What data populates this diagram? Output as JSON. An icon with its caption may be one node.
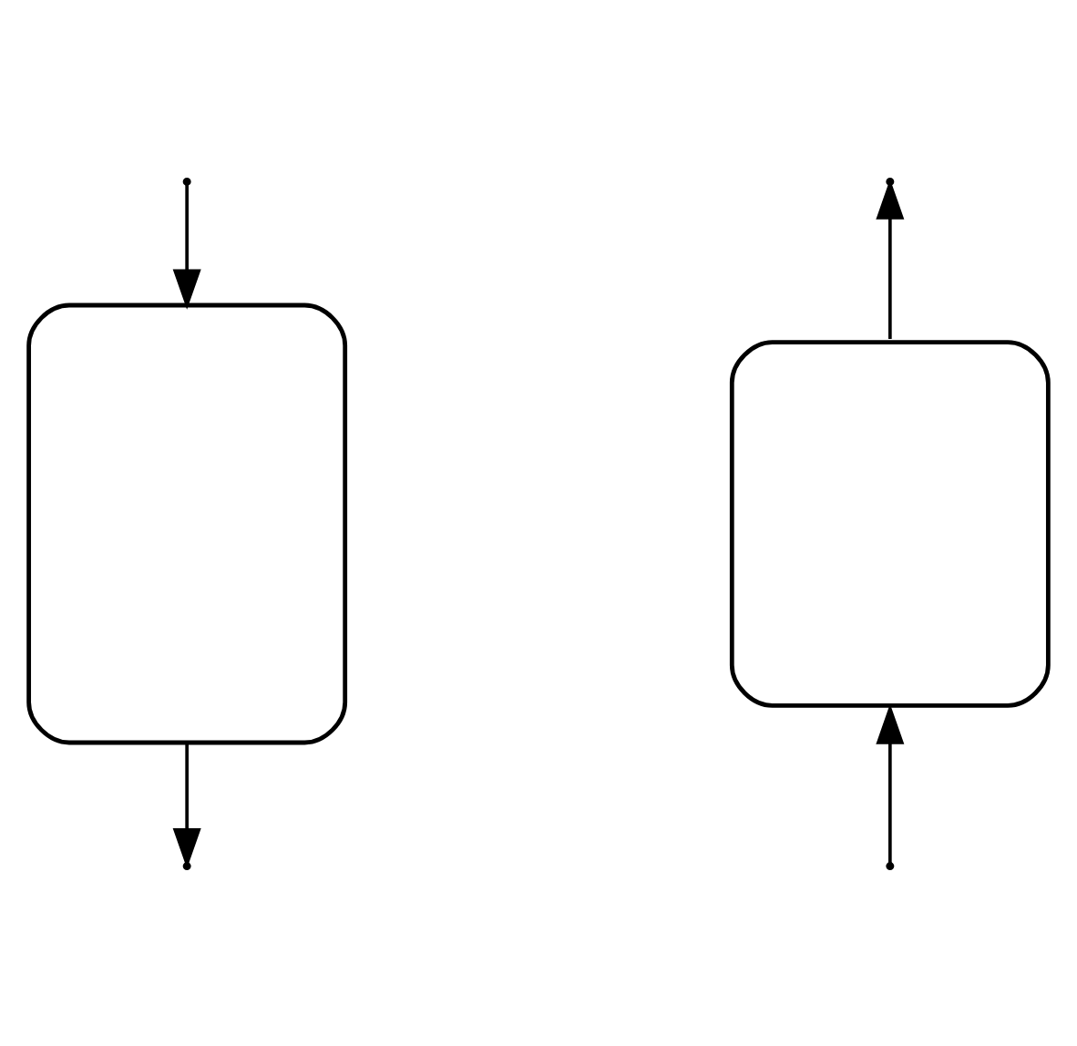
{
  "diagram": {
    "nodes": [
      {
        "text": [],
        "shape": "box"
      },
      {
        "text": [],
        "shape": "box"
      }
    ],
    "edges": [
      {
        "from": null,
        "to": 0,
        "arrow": "to"
      },
      {
        "from": 0,
        "to": null,
        "arrow": "to"
      },
      {
        "from": 1,
        "to": null,
        "arrow": "to"
      },
      {
        "from": null,
        "to": 1,
        "arrow": "to"
      }
    ]
  }
}
